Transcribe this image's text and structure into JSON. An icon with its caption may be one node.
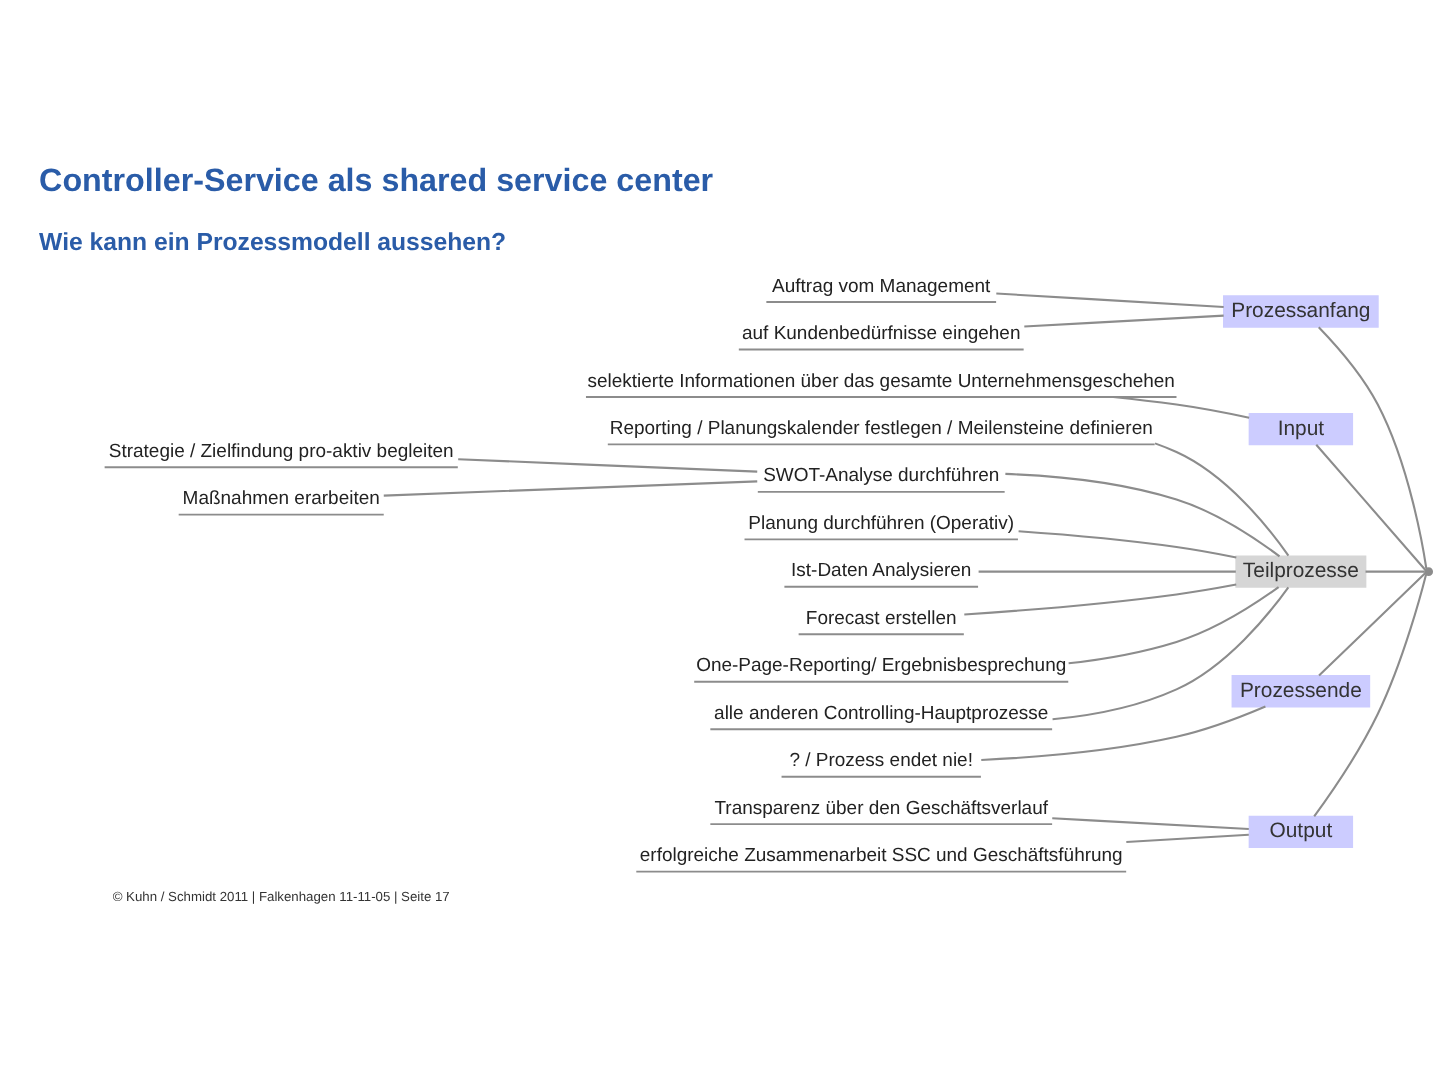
{
  "diagram": {
    "title": "Controller-Service als shared service center",
    "nodes": [
      {
        "text": [
          "Prozessanfang"
        ]
      },
      {
        "text": [
          "Auftrag vom Management"
        ]
      },
      {
        "text": [
          "auf Kundenbedürfnisse eingehen"
        ]
      },
      {
        "text": [
          "Input"
        ]
      },
      {
        "text": [
          "selektierte Informationen über das gesamte Unternehmensgeschehen"
        ]
      },
      {
        "text": [
          "Teilprozesse"
        ]
      },
      {
        "text": [
          "Reporting / Planungskalender festlegen / Meilensteine definieren"
        ]
      },
      {
        "text": [
          "SWOT-Analyse durchführen"
        ]
      },
      {
        "text": [
          "Strategie / Zielfindung pro-aktiv begleiten"
        ]
      },
      {
        "text": [
          "Maßnahmen erarbeiten"
        ]
      },
      {
        "text": [
          "Planung durchführen (Operativ)"
        ]
      },
      {
        "text": [
          "Ist-Daten Analysieren"
        ]
      },
      {
        "text": [
          "Forecast erstellen"
        ]
      },
      {
        "text": [
          "One-Page-Reporting/ Ergebnisbesprechung"
        ]
      },
      {
        "text": [
          "alle anderen Controlling-Hauptprozesse"
        ]
      },
      {
        "text": [
          "Prozessende"
        ]
      },
      {
        "text": [
          "? / Prozess endet nie!"
        ]
      },
      {
        "text": [
          "Output"
        ]
      },
      {
        "text": [
          "Transparenz über den Geschäftsverlauf"
        ]
      },
      {
        "text": [
          "erfolgreiche Zusammenarbeit SSC und Geschäftsführung"
        ]
      },
      {
        "text": [],
        "shape": "point"
      }
    ],
    "edges": [
      {
        "from": 20,
        "to": 0,
        "arrow": "none"
      },
      {
        "from": 0,
        "to": 1,
        "arrow": "none"
      },
      {
        "from": 0,
        "to": 2,
        "arrow": "none"
      },
      {
        "from": 20,
        "to": 3,
        "arrow": "none"
      },
      {
        "from": 3,
        "to": 4,
        "arrow": "none"
      },
      {
        "from": 20,
        "to": 5,
        "arrow": "none"
      },
      {
        "from": 5,
        "to": 6,
        "arrow": "none"
      },
      {
        "from": 5,
        "to": 7,
        "arrow": "none"
      },
      {
        "from": 7,
        "to": 8,
        "arrow": "none"
      },
      {
        "from": 7,
        "to": 9,
        "arrow": "none"
      },
      {
        "from": 5,
        "to": 10,
        "arrow": "none"
      },
      {
        "from": 5,
        "to": 11,
        "arrow": "none"
      },
      {
        "from": 5,
        "to": 12,
        "arrow": "none"
      },
      {
        "from": 5,
        "to": 13,
        "arrow": "none"
      },
      {
        "from": 5,
        "to": 14,
        "arrow": "none"
      },
      {
        "from": 20,
        "to": 15,
        "arrow": "none"
      },
      {
        "from": 15,
        "to": 16,
        "arrow": "none"
      },
      {
        "from": 20,
        "to": 17,
        "arrow": "none"
      },
      {
        "from": 17,
        "to": 18,
        "arrow": "none"
      },
      {
        "from": 17,
        "to": 19,
        "arrow": "none"
      }
    ],
    "labels": [
      "Wie kann ein Prozessmodell aussehen?",
      "© Kuhn / Schmidt 2011 | Falkenhagen 11-11-05 | Seite 17"
    ]
  }
}
